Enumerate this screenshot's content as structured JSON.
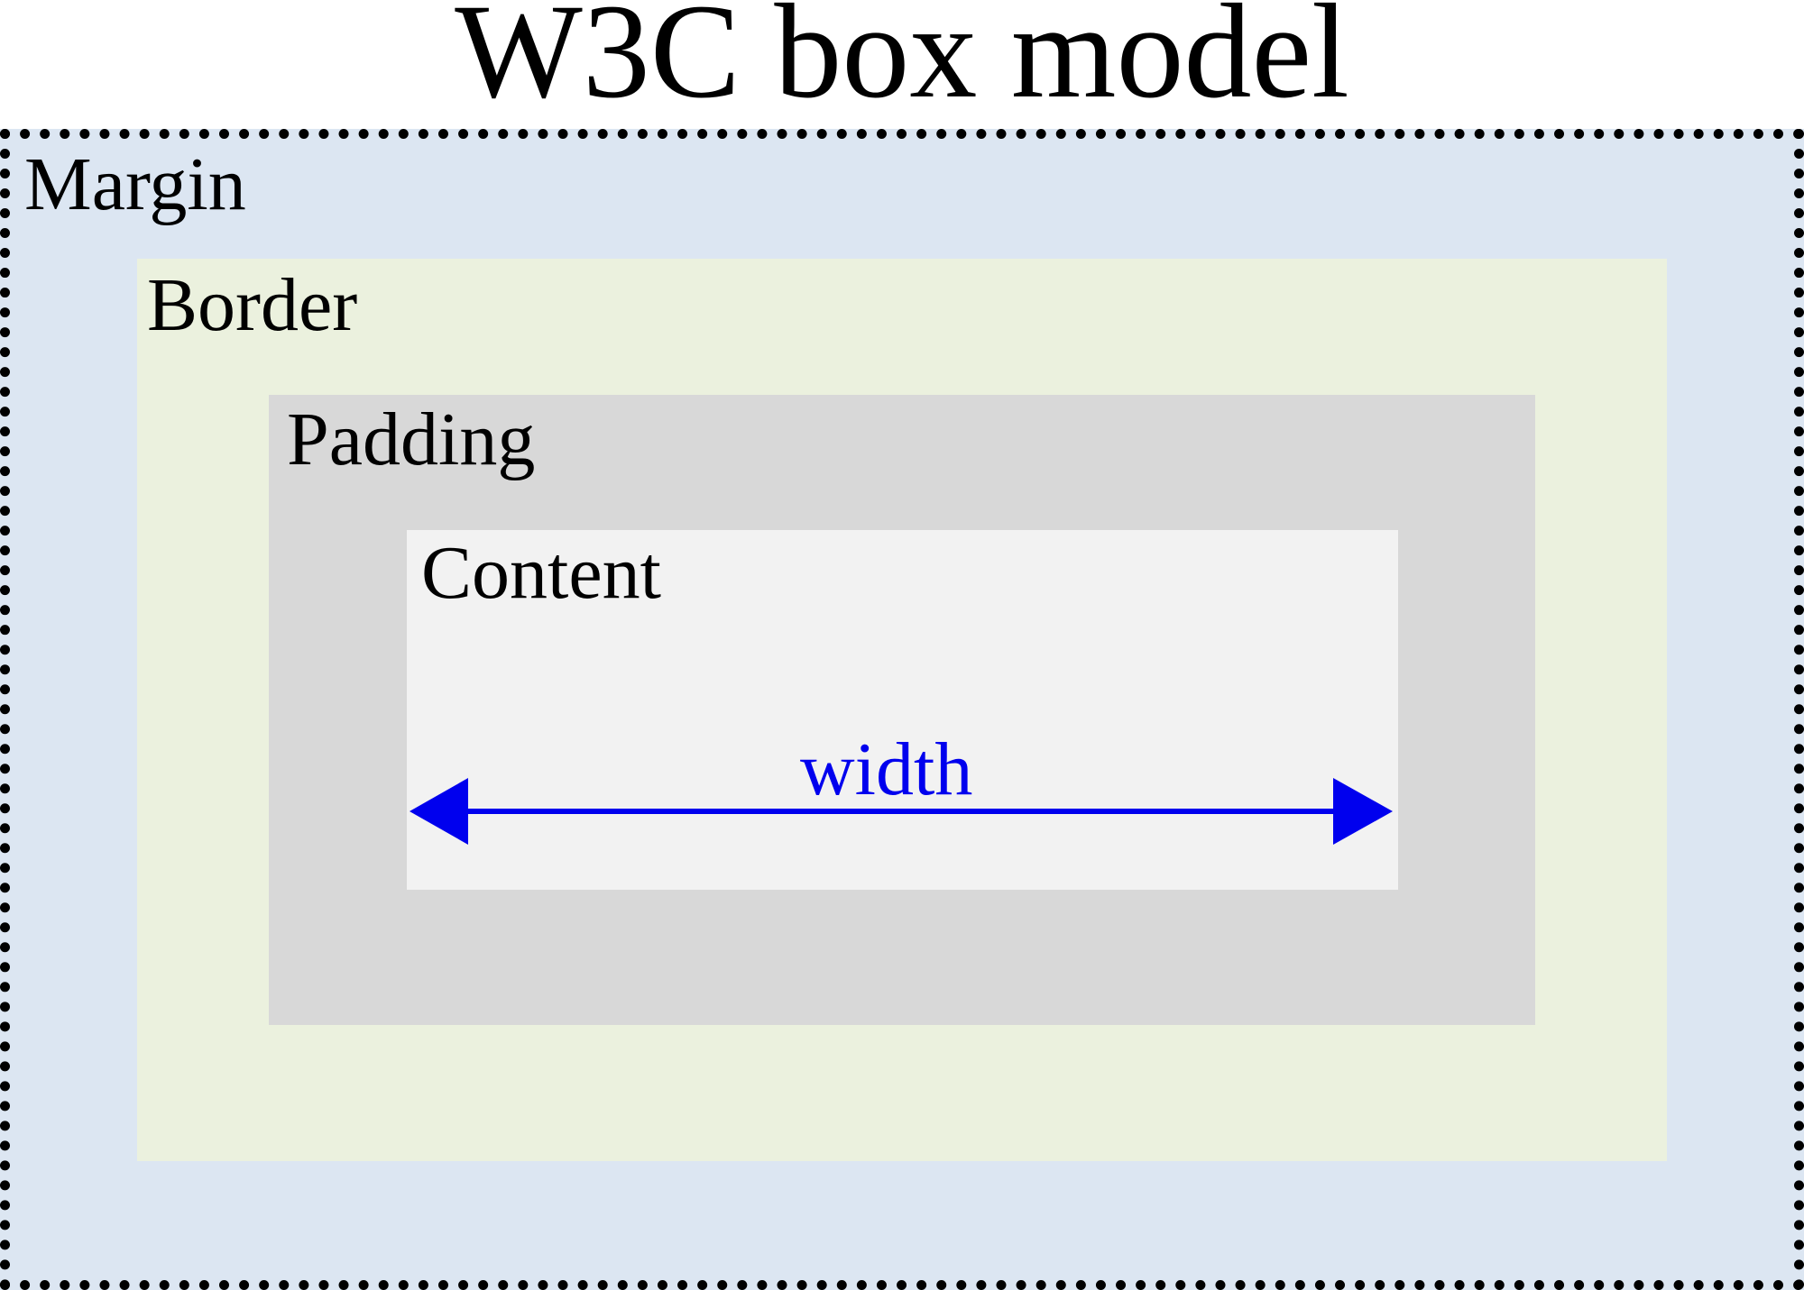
{
  "title": "W3C box model",
  "layers": {
    "margin": {
      "label": "Margin",
      "color": "#dce6f2"
    },
    "border": {
      "label": "Border",
      "color": "#ebf1de"
    },
    "padding": {
      "label": "Padding",
      "color": "#d8d8d8"
    },
    "content": {
      "label": "Content",
      "color": "#f2f2f2"
    }
  },
  "width_dimension": {
    "label": "width",
    "color": "#0000ee"
  },
  "margin_outline_color": "#000000"
}
